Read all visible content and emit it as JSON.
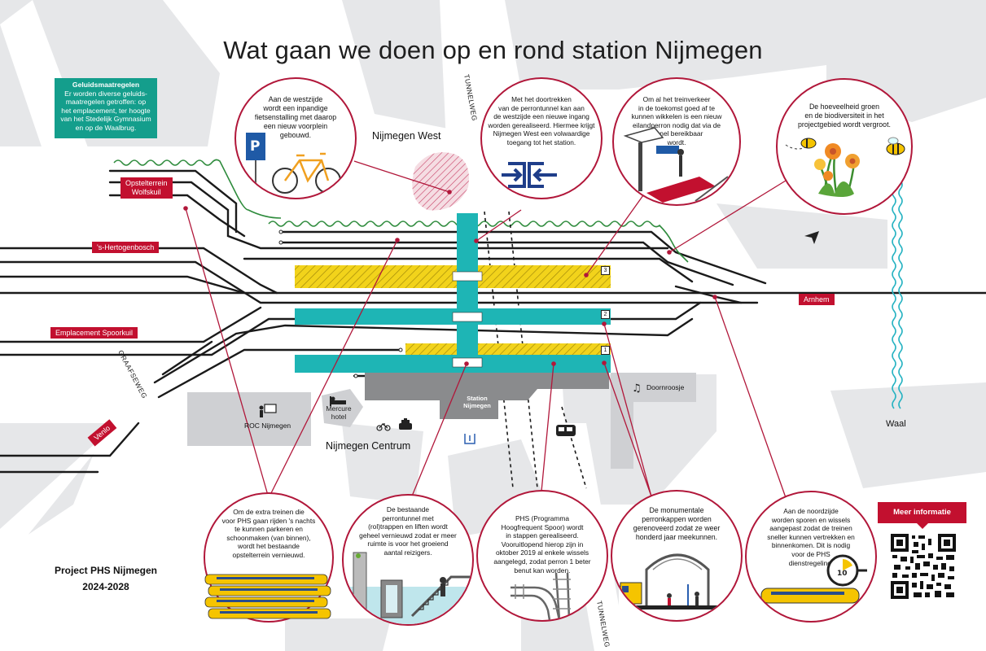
{
  "title": "Wat gaan we doen op en rond station Nijmegen",
  "noise_box": {
    "heading": "Geluidsmaatregelen",
    "lines": [
      "Er worden diverse geluids-",
      "maatregelen getroffen: op",
      "het emplacement, ter hoogte",
      "van het Stedelijk Gymnasium",
      "en op de Waalbrug."
    ]
  },
  "direction_tags": {
    "opstelterrein": [
      "Opstelterrein",
      "Wolfskuil"
    ],
    "hertogenbosch": "'s-Hertogenbosch",
    "spoorkuil": "Emplacement Spoorkuil",
    "arnhem": "Arnhem",
    "venlo": "Venlo"
  },
  "places": {
    "west": "Nijmegen West",
    "centrum": "Nijmegen Centrum",
    "station": [
      "Station",
      "Nijmegen"
    ],
    "roc": "ROC Nijmegen",
    "mercure": [
      "Mercure",
      "hotel"
    ],
    "doornroosje": "Doornroosje",
    "waal": "Waal"
  },
  "roads": {
    "tunnelweg_top": "TUNNELWEG",
    "tunnelweg_bottom": "TUNNELWEG",
    "graafseweg": "GRAAFSEWEG"
  },
  "platforms": [
    "3",
    "2",
    "1"
  ],
  "bubbles": {
    "b1": [
      "Aan de westzijde",
      "wordt een inpandige",
      "fietsenstalling met daarop",
      "een nieuw voorplein",
      "gebouwd."
    ],
    "b2": [
      "Met het doortrekken",
      "van de perrontunnel kan aan",
      "de westzijde een nieuwe ingang",
      "worden gerealiseerd. Hiermee krijgt",
      "Nijmegen West een volwaardige",
      "toegang tot het station."
    ],
    "b3": [
      "Om al het treinverkeer",
      "in de toekomst goed af te",
      "kunnen wikkelen is een nieuw",
      "eilandperron nodig dat via de",
      "tunnel bereikbaar",
      "wordt."
    ],
    "b4": [
      "De hoeveelheid groen",
      "en de biodiversiteit in het",
      "projectgebied wordt vergroot."
    ],
    "b5": [
      "Om de extra treinen die",
      "voor PHS gaan rijden 's nachts",
      "te kunnen parkeren en",
      "schoonmaken (van binnen),",
      "wordt het bestaande",
      "opstelterrein vernieuwd."
    ],
    "b6": [
      "De bestaande",
      "perrontunnel met",
      "(rol)trappen en liften wordt",
      "geheel vernieuwd zodat er meer",
      "ruimte is voor het groeiend",
      "aantal reizigers."
    ],
    "b7": [
      "PHS (Programma",
      "Hoogfrequent Spoor) wordt",
      "in stappen gerealiseerd.",
      "Vooruitlopend hierop zijn in",
      "oktober 2019 al enkele wissels",
      "aangelegd, zodat perron 1 beter",
      "benut kan worden."
    ],
    "b8": [
      "De monumentale",
      "perronkappen worden",
      "gerenoveerd zodat ze weer",
      "honderd jaar meekunnen."
    ],
    "b9": [
      "Aan de noordzijde",
      "worden sporen en wissels",
      "aangepast zodat de treinen",
      "sneller kunnen vertrekken en",
      "binnenkomen. Dit is nodig",
      "voor de PHS",
      "dienstregeling."
    ]
  },
  "project": [
    "Project PHS Nijmegen",
    "2024-2028"
  ],
  "more_info": "Meer informatie",
  "colors": {
    "accent": "#c2102f",
    "bubble_border": "#b1173a",
    "teal": "#1eb5b5",
    "yellow": "#f2d31b",
    "green_box": "#149e8c",
    "track": "#1a1a1a",
    "block_gray": "#e3e4e6"
  },
  "icons": [
    "parking-bike-icon",
    "bicycle-icon",
    "tunnel-entrance-icon",
    "island-platform-icon",
    "bee-icon",
    "flowers-icon",
    "train-icon",
    "escalator-icon",
    "rail-switch-icon",
    "platform-canopy-icon",
    "clock-icon",
    "qr-code-icon",
    "teacher-icon",
    "bed-icon",
    "bike-icon",
    "taxi-icon",
    "bus-icon",
    "music-icon",
    "north-arrow-icon",
    "exit-icon"
  ]
}
